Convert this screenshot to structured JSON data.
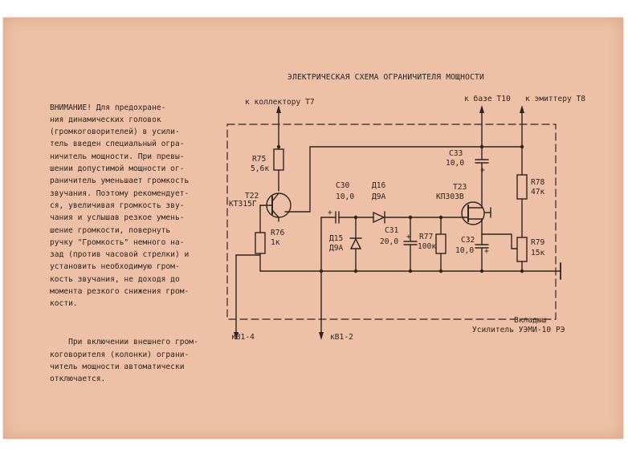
{
  "note": {
    "p1": "ВНИМАНИЕ! Для предохране-\nния динамических головок\n(громкоговорителей) в усили-\nтель введен специальный огра-\nничитель мощности. При превы-\nшении допустимой мощности ог-\nраничитель уменьшает громкость\nзвучания. Поэтому рекомендует-\nся, увеличивая громкость зву-\nчания и услышав резкое умень-\nшение громкости, повернуть\nручку \"Громкость\" немного на-\nзад (против часовой стрелки) и\nустановить необходимую гром-\nкость звучания, не доходя до\nмомента резкого снижения гром-\nкости.",
    "p2": "    При включении внешнего гром-\nкоговорителя (колонки) ограни-\nчитель мощности автоматически\nотключается."
  },
  "diagram": {
    "title": "ЭЛЕКТРИЧЕСКАЯ СХЕМА ОГРАНИЧИТЕЛЯ МОЩНОСТИ",
    "terminals": {
      "collector_t7": "к коллектору Т7",
      "base_t10": "к базе Т10",
      "emitter_t8": "к эмиттеру Т8",
      "kv1_4": "кВ1-4",
      "kv1_2": "кВ1-2"
    },
    "components": {
      "r75": {
        "ref": "R75",
        "value": "5,6к"
      },
      "t22": {
        "ref": "Т22",
        "type": "КТ315Г"
      },
      "r76": {
        "ref": "R76",
        "value": "1к"
      },
      "c30": {
        "ref": "С30",
        "value": "10,0"
      },
      "d16": {
        "ref": "Д16",
        "type": "Д9А"
      },
      "d15": {
        "ref": "Д15",
        "type": "Д9А"
      },
      "c31": {
        "ref": "С31",
        "value": "20,0"
      },
      "r77": {
        "ref": "R77",
        "value": "100к"
      },
      "c33": {
        "ref": "С33",
        "value": "10,0"
      },
      "t23": {
        "ref": "Т23",
        "type": "КП303В"
      },
      "c32": {
        "ref": "С32",
        "value": "10,0"
      },
      "r78": {
        "ref": "R78",
        "value": "47к"
      },
      "r79": {
        "ref": "R79",
        "value": "15к"
      }
    },
    "plus": "+",
    "board_caption": {
      "line1": "Вкладыш",
      "line2": "Усилитель УЭМИ-10 РЭ"
    }
  },
  "colors": {
    "paper": "#eec0a5",
    "ink": "#2d2520"
  }
}
